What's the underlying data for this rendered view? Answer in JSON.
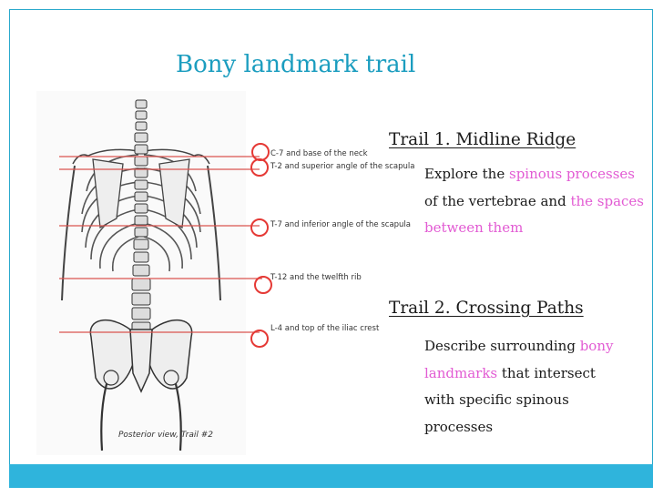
{
  "slide": {
    "title": "Bony landmark trail",
    "accent_color": "#2fb4dc",
    "highlight_color": "#e25bd3"
  },
  "figure": {
    "description_icon": "skeleton-posterior-view",
    "caption": "Posterior view, Trail #2",
    "callouts": [
      {
        "label": "C-7 and base of the neck"
      },
      {
        "label": "T-2 and superior angle of the scapula"
      },
      {
        "label": "T-7 and inferior angle of the scapula"
      },
      {
        "label": "T-12 and the twelfth rib"
      },
      {
        "label": "L-4 and top of the iliac crest"
      }
    ]
  },
  "trail1": {
    "heading": "Trail 1. Midline Ridge",
    "text_1": "Explore the ",
    "highlight_1": "spinous processes",
    "text_2": " of the vertebrae and ",
    "highlight_2": "the spaces between them"
  },
  "trail2": {
    "heading": "Trail 2. Crossing Paths",
    "text_1": "Describe surrounding ",
    "highlight_1": "bony landmarks",
    "text_2": " that intersect with specific spinous processes"
  }
}
